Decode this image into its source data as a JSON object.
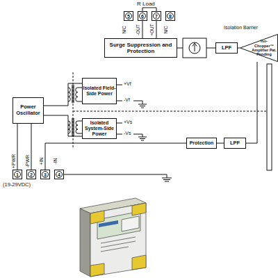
{
  "diagram": {
    "nodes": [
      {
        "text": [
          "5"
        ]
      },
      {
        "text": [
          "6"
        ]
      },
      {
        "text": [
          "7"
        ]
      },
      {
        "text": [
          "8"
        ]
      },
      {
        "text": [
          "Surge Suppression and Protection"
        ]
      },
      {
        "text": [
          "LPF"
        ]
      },
      {
        "text": [
          "Iso-Chopper™ Amplifier Pat. Pending"
        ]
      },
      {
        "text": [
          "Isolated Field-Side Power"
        ]
      },
      {
        "text": [
          "Power Oscillator"
        ]
      },
      {
        "text": [
          "Isolated System-Side Power"
        ]
      },
      {
        "text": [
          "Protection"
        ]
      },
      {
        "text": [
          "LPF"
        ]
      },
      {
        "text": [
          "1"
        ]
      },
      {
        "text": [
          "2"
        ]
      },
      {
        "text": [
          "3"
        ]
      },
      {
        "text": [
          "4"
        ]
      }
    ],
    "edges": [
      {
        "from": 1,
        "to": 4,
        "arrow": "none"
      },
      {
        "from": 2,
        "to": 4,
        "arrow": "none"
      },
      {
        "from": 4,
        "to": 5,
        "arrow": "none"
      },
      {
        "from": 6,
        "to": 5,
        "arrow": "none"
      },
      {
        "from": 12,
        "to": 8,
        "arrow": "none"
      },
      {
        "from": 13,
        "to": 8,
        "arrow": "none"
      },
      {
        "from": 8,
        "to": 7,
        "arrow": "none"
      },
      {
        "from": 8,
        "to": 9,
        "arrow": "none"
      },
      {
        "from": 14,
        "to": 10,
        "arrow": "none"
      },
      {
        "from": 10,
        "to": 11,
        "arrow": "none"
      },
      {
        "from": 11,
        "to": 6,
        "arrow": "none"
      }
    ],
    "labels": [
      "R Load",
      "N/C",
      "-OUT",
      "+OUT",
      "N/C",
      "Isolation Barrier",
      "+Vf",
      "-Vf",
      "+Vs",
      "-Vs",
      "+PWR",
      "-PWR",
      "+IN",
      "-IN",
      "(19-29VDC)"
    ]
  }
}
